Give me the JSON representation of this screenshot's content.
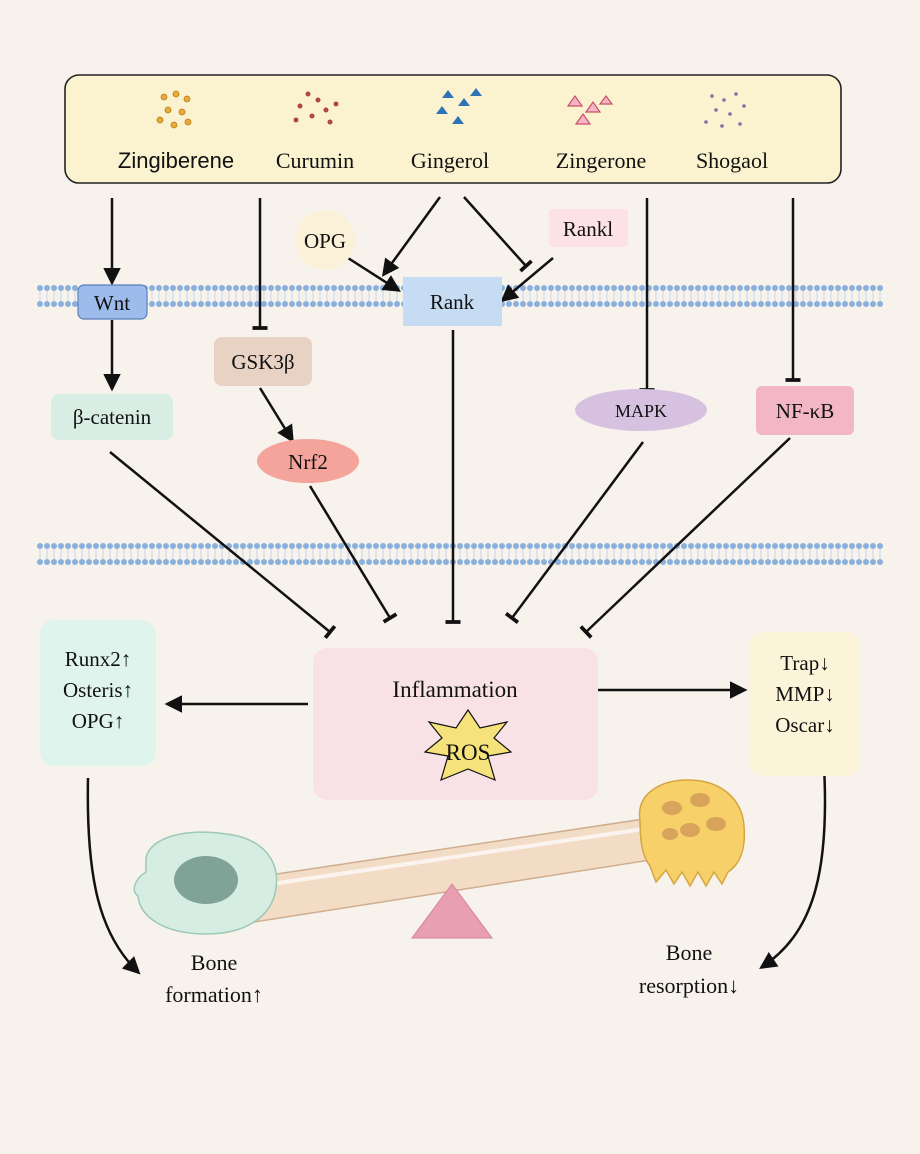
{
  "compounds": [
    {
      "label": "Zingiberene",
      "color": "#e8a93a"
    },
    {
      "label": "Curumin",
      "color": "#b04545"
    },
    {
      "label": "Gingerol",
      "color": "#2e73b5"
    },
    {
      "label": "Zingerone",
      "color": "#c8506a"
    },
    {
      "label": "Shogaol",
      "color": "#8a6aa8"
    }
  ],
  "nodes": {
    "opg_top": "OPG",
    "rankl": "Rankl",
    "wnt": "Wnt",
    "rank": "Rank",
    "gsk3b": "GSK3β",
    "beta_catenin": "β-catenin",
    "nrf2": "Nrf2",
    "mapk": "MAPK",
    "nfkb": "NF-κB",
    "inflammation": "Inflammation",
    "ros": "ROS"
  },
  "left_markers": [
    "Runx2↑",
    "Osteris↑",
    "OPG↑"
  ],
  "right_markers": [
    "Trap↓",
    "MMP↓",
    "Oscar↓"
  ],
  "outcomes": {
    "formation": [
      "Bone",
      "formation↑"
    ],
    "resorption": [
      "Bone",
      "resorption↓"
    ]
  },
  "colors": {
    "background": "#f8f2ec",
    "compound_box": "#fbf3cf",
    "membrane_dot": "#8ab0dc",
    "wnt": "#9dbcec",
    "rank": "#c6dcf2",
    "gsk3b": "#e8d2c4",
    "beta_catenin": "#d8eee4",
    "nrf2": "#f4a49a",
    "mapk": "#d6c2e0",
    "nfkb": "#f2b6c4",
    "inflammation_box": "#f8e2e6",
    "ros": "#f6e27a",
    "left_box": "#e0f4ee",
    "right_box": "#fcf4d8"
  }
}
